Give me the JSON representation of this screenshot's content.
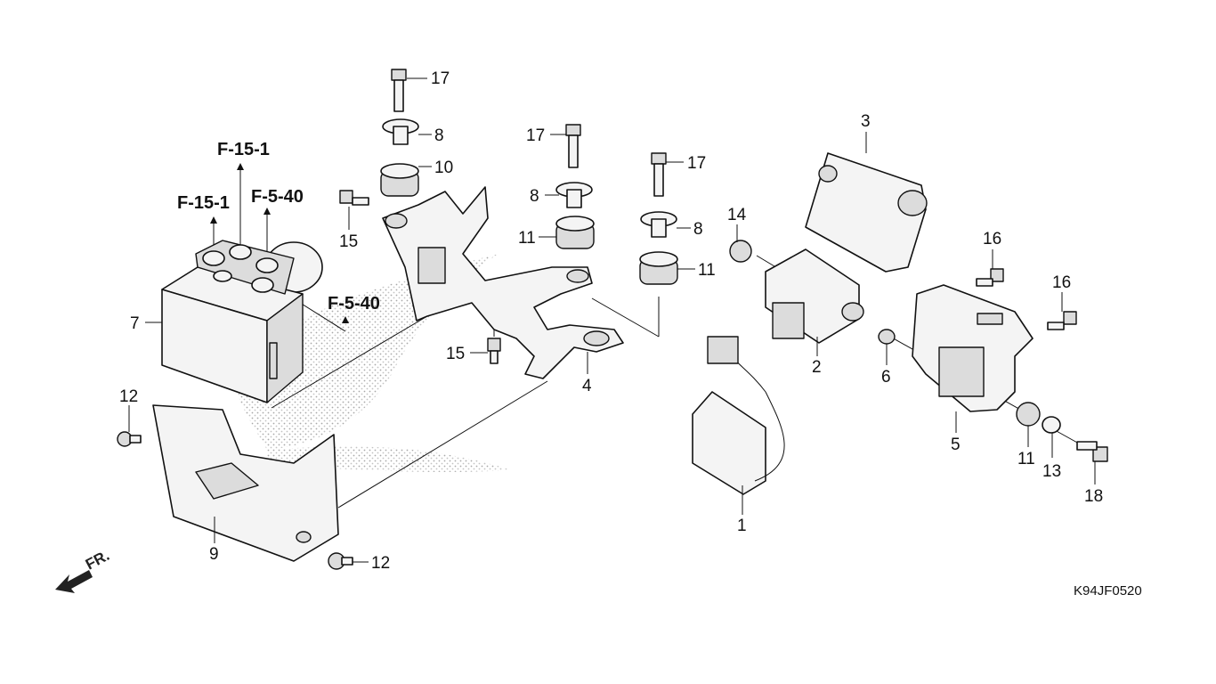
{
  "diagram": {
    "drawing_code": "K94JF0520",
    "direction_label": "FR.",
    "reference_labels": [
      {
        "id": "ref-f15-top",
        "text": "F-15-1"
      },
      {
        "id": "ref-f15-left",
        "text": "F-15-1"
      },
      {
        "id": "ref-f540-top",
        "text": "F-5-40"
      },
      {
        "id": "ref-f540-right",
        "text": "F-5-40"
      }
    ],
    "callouts": [
      {
        "id": "c1",
        "number": "1",
        "part": "wire-harness-sensor"
      },
      {
        "id": "c2",
        "number": "2",
        "part": "sensor-unit"
      },
      {
        "id": "c3",
        "number": "3",
        "part": "sensor-cover"
      },
      {
        "id": "c4",
        "number": "4",
        "part": "modulator-bracket"
      },
      {
        "id": "c5",
        "number": "5",
        "part": "sensor-bracket-plate"
      },
      {
        "id": "c6",
        "number": "6",
        "part": "washer"
      },
      {
        "id": "c7",
        "number": "7",
        "part": "abs-modulator"
      },
      {
        "id": "c8a",
        "number": "8",
        "part": "collar"
      },
      {
        "id": "c8b",
        "number": "8",
        "part": "collar"
      },
      {
        "id": "c8c",
        "number": "8",
        "part": "collar"
      },
      {
        "id": "c9",
        "number": "9",
        "part": "modulator-cover"
      },
      {
        "id": "c10",
        "number": "10",
        "part": "grommet"
      },
      {
        "id": "c11a",
        "number": "11",
        "part": "rubber-mount"
      },
      {
        "id": "c11b",
        "number": "11",
        "part": "rubber-mount"
      },
      {
        "id": "c11c",
        "number": "11",
        "part": "rubber-mount"
      },
      {
        "id": "c12a",
        "number": "12",
        "part": "screw"
      },
      {
        "id": "c12b",
        "number": "12",
        "part": "screw"
      },
      {
        "id": "c13",
        "number": "13",
        "part": "washer"
      },
      {
        "id": "c14",
        "number": "14",
        "part": "grommet"
      },
      {
        "id": "c15a",
        "number": "15",
        "part": "bolt"
      },
      {
        "id": "c15b",
        "number": "15",
        "part": "bolt"
      },
      {
        "id": "c16a",
        "number": "16",
        "part": "bolt"
      },
      {
        "id": "c16b",
        "number": "16",
        "part": "bolt"
      },
      {
        "id": "c17a",
        "number": "17",
        "part": "bolt"
      },
      {
        "id": "c17b",
        "number": "17",
        "part": "bolt"
      },
      {
        "id": "c17c",
        "number": "17",
        "part": "bolt"
      },
      {
        "id": "c18",
        "number": "18",
        "part": "bolt"
      }
    ]
  }
}
